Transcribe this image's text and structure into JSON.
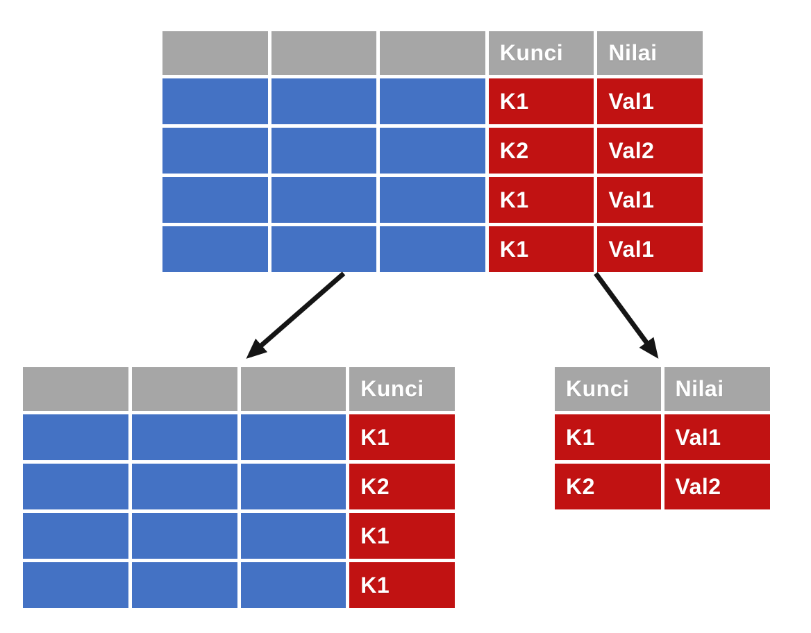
{
  "colors": {
    "canvas_bg": "#ffffff",
    "header_gray": "#a6a6a6",
    "data_blue": "#4472c4",
    "key_red": "#c11212",
    "label_white": "#ffffff",
    "arrow_black": "#151515"
  },
  "source_table": {
    "blank_header_count": 3,
    "key_header": "Kunci",
    "value_header": "Nilai",
    "rows": [
      {
        "key": "K1",
        "value": "Val1"
      },
      {
        "key": "K2",
        "value": "Val2"
      },
      {
        "key": "K1",
        "value": "Val1"
      },
      {
        "key": "K1",
        "value": "Val1"
      }
    ]
  },
  "keys_table": {
    "blank_header_count": 3,
    "key_header": "Kunci",
    "rows": [
      {
        "key": "K1"
      },
      {
        "key": "K2"
      },
      {
        "key": "K1"
      },
      {
        "key": "K1"
      }
    ]
  },
  "lookup_table": {
    "key_header": "Kunci",
    "value_header": "Nilai",
    "rows": [
      {
        "key": "K1",
        "value": "Val1"
      },
      {
        "key": "K2",
        "value": "Val2"
      }
    ]
  }
}
